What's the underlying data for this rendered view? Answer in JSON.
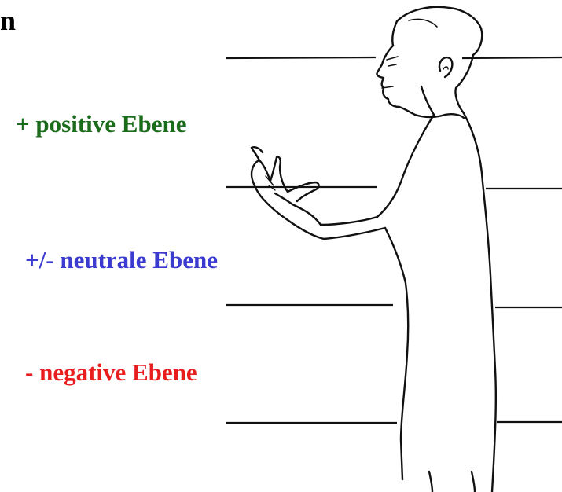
{
  "title_fragment": "n",
  "levels": [
    {
      "key": "positive",
      "label": "+ positive Ebene",
      "color": "#1a6b1a"
    },
    {
      "key": "neutral",
      "label": "+/- neutrale Ebene",
      "color": "#3b3bd0"
    },
    {
      "key": "negative",
      "label": "- negative Ebene",
      "color": "#e81e1e"
    }
  ],
  "figure": {
    "icon": "speaking-man-icon",
    "line_color": "#111111"
  }
}
